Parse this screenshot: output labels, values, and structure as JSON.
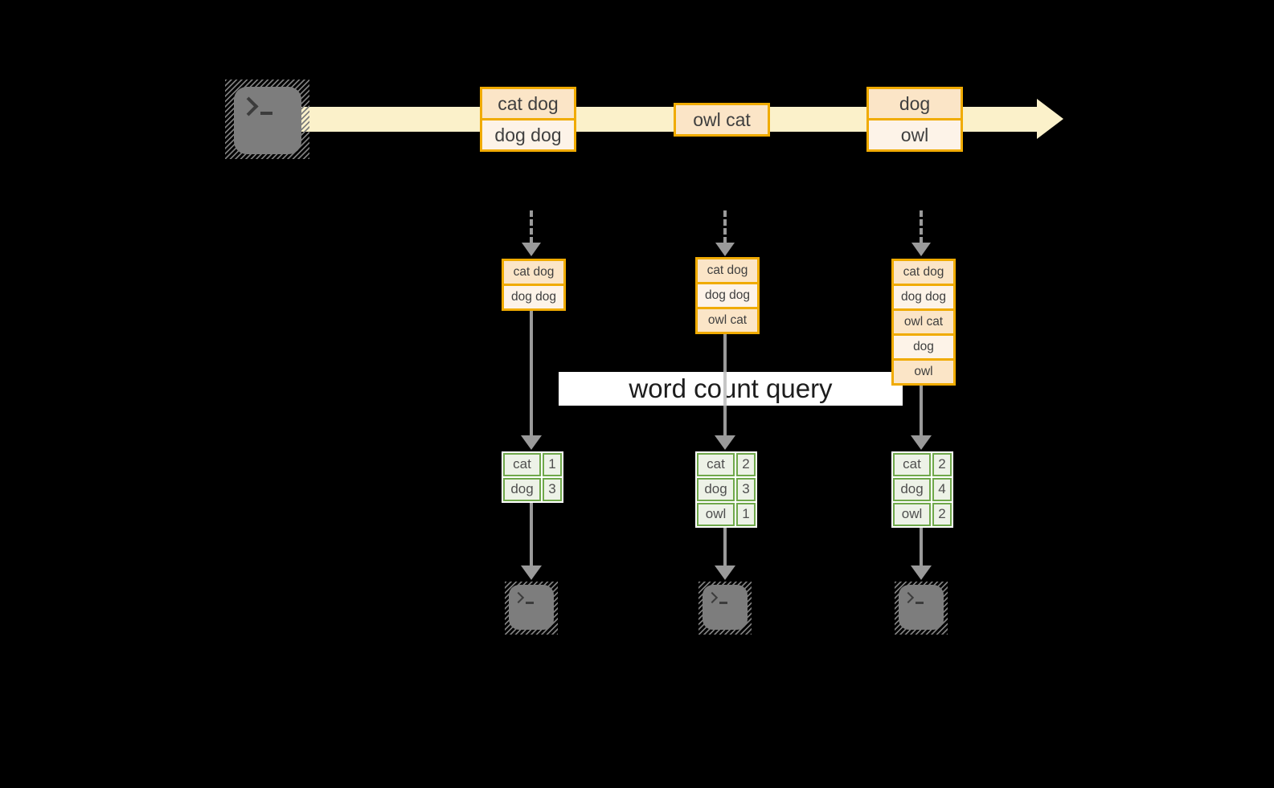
{
  "query": {
    "label": "word count query"
  },
  "stream": {
    "batches": [
      {
        "rows": [
          "cat dog",
          "dog dog"
        ]
      },
      {
        "rows": [
          "owl cat"
        ]
      },
      {
        "rows": [
          "dog",
          "owl"
        ]
      }
    ]
  },
  "states": [
    {
      "rows": [
        "cat dog",
        "dog dog"
      ]
    },
    {
      "rows": [
        "cat dog",
        "dog dog",
        "owl cat"
      ]
    },
    {
      "rows": [
        "cat dog",
        "dog dog",
        "owl cat",
        "dog",
        "owl"
      ]
    }
  ],
  "tables": [
    {
      "rows": [
        {
          "word": "cat",
          "count": "1"
        },
        {
          "word": "dog",
          "count": "3"
        }
      ]
    },
    {
      "rows": [
        {
          "word": "cat",
          "count": "2"
        },
        {
          "word": "dog",
          "count": "3"
        },
        {
          "word": "owl",
          "count": "1"
        }
      ]
    },
    {
      "rows": [
        {
          "word": "cat",
          "count": "2"
        },
        {
          "word": "dog",
          "count": "4"
        },
        {
          "word": "owl",
          "count": "2"
        }
      ]
    }
  ],
  "icons": {
    "source_terminal": "terminal-prompt-icon",
    "sink_terminals": [
      "terminal-prompt-icon",
      "terminal-prompt-icon",
      "terminal-prompt-icon"
    ]
  },
  "colors": {
    "band": "#fbf1ca",
    "box-border": "#f0ab00",
    "fill-peach": "#fbe5c7",
    "fill-cream": "#fdf3e8",
    "green-border": "#6fa84a",
    "green-fill": "#edf2e7",
    "line-gray": "#9a9a9a",
    "icon-gray": "#7d7d7d",
    "banner-bg": "#ffffff",
    "banner-text": "#1d1d1d"
  }
}
